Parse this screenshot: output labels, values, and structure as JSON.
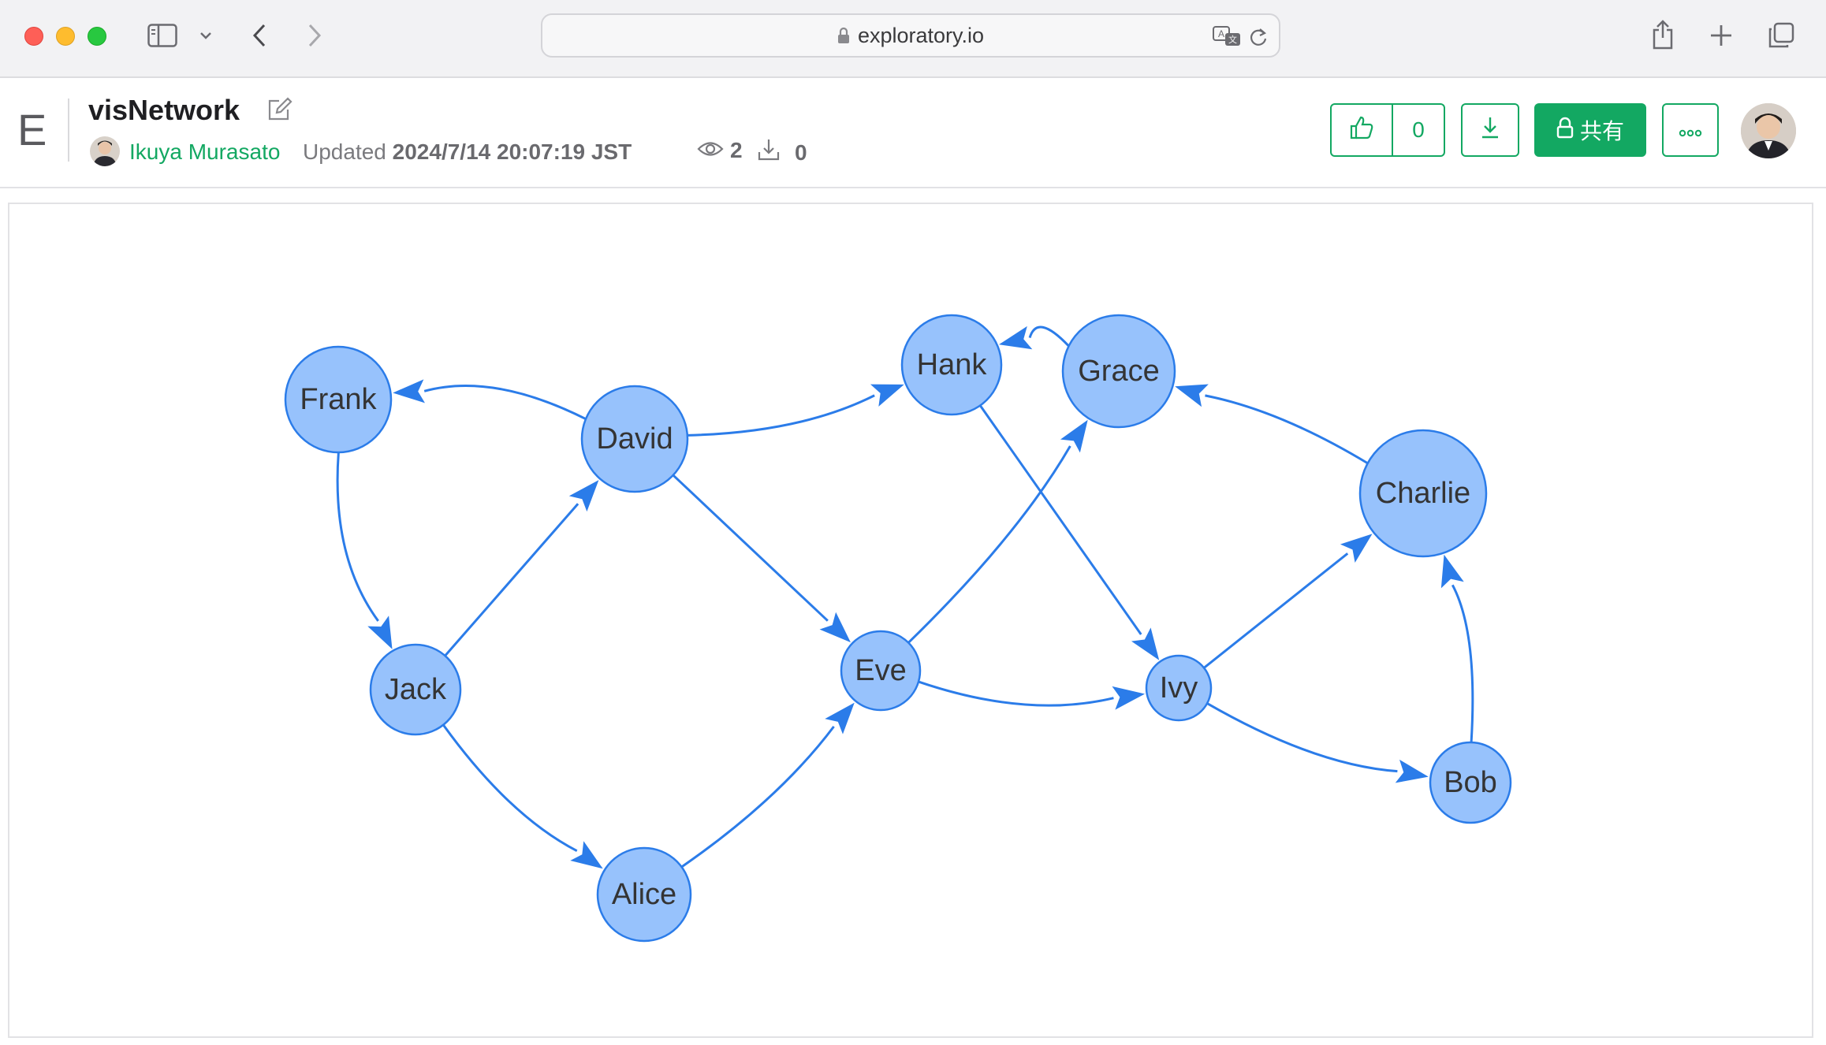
{
  "browser": {
    "url": "exploratory.io",
    "icons": [
      "sidebar-icon",
      "chevron-down-icon",
      "back-icon",
      "forward-icon",
      "lock-icon",
      "translate-icon",
      "reload-icon",
      "share-icon",
      "new-tab-icon",
      "tabs-icon"
    ]
  },
  "header": {
    "logo": "E",
    "title": "visNetwork",
    "author": "Ikuya Murasato",
    "updated_label": "Updated",
    "updated_value": "2024/7/14 20:07:19 JST",
    "views": "2",
    "downloads": "0",
    "like_count": "0",
    "share_label": "共有"
  },
  "colors": {
    "accent": "#13a862",
    "node_fill": "#97c2fc",
    "node_border": "#2b7ce9",
    "edge": "#2b7ce9"
  },
  "network": {
    "nodes": [
      {
        "id": "frank",
        "label": "Frank"
      },
      {
        "id": "david",
        "label": "David"
      },
      {
        "id": "hank",
        "label": "Hank"
      },
      {
        "id": "grace",
        "label": "Grace"
      },
      {
        "id": "charlie",
        "label": "Charlie"
      },
      {
        "id": "jack",
        "label": "Jack"
      },
      {
        "id": "eve",
        "label": "Eve"
      },
      {
        "id": "ivy",
        "label": "Ivy"
      },
      {
        "id": "bob",
        "label": "Bob"
      },
      {
        "id": "alice",
        "label": "Alice"
      }
    ],
    "edges": [
      {
        "from": "david",
        "to": "frank"
      },
      {
        "from": "frank",
        "to": "jack"
      },
      {
        "from": "jack",
        "to": "david"
      },
      {
        "from": "david",
        "to": "hank"
      },
      {
        "from": "david",
        "to": "eve"
      },
      {
        "from": "grace",
        "to": "hank"
      },
      {
        "from": "hank",
        "to": "ivy"
      },
      {
        "from": "eve",
        "to": "grace"
      },
      {
        "from": "charlie",
        "to": "grace"
      },
      {
        "from": "eve",
        "to": "ivy"
      },
      {
        "from": "ivy",
        "to": "charlie"
      },
      {
        "from": "ivy",
        "to": "bob"
      },
      {
        "from": "bob",
        "to": "charlie"
      },
      {
        "from": "jack",
        "to": "alice"
      },
      {
        "from": "alice",
        "to": "eve"
      }
    ]
  }
}
